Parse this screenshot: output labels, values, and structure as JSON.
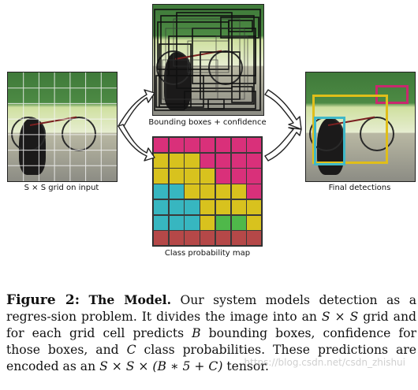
{
  "labels": {
    "grid_input": "S × S grid on input",
    "bounding_boxes": "Bounding boxes + confidence",
    "class_map": "Class probability map",
    "final": "Final detections"
  },
  "caption": {
    "figure_label": "Figure 2:",
    "title": "The Model.",
    "body_1": "Our system models detection as a regres-sion problem. It divides the image into an ",
    "math_grid": "S × S",
    "body_2": " grid and for each grid cell predicts ",
    "math_b": "B",
    "body_3": " bounding boxes, confidence for those boxes, and ",
    "math_c": "C",
    "body_4": " class probabilities.  These predictions are encoded as an ",
    "math_tensor": "S × S × (B ∗ 5 + C)",
    "body_5": " tensor."
  },
  "watermark": "https://blog.csdn.net/csdn_zhishui",
  "colors": {
    "pink": "#d9307a",
    "yellow": "#d8c21e",
    "cyan": "#37b6c0",
    "green": "#4fb84a",
    "red": "#b54848",
    "photo_box_pink": "#c8296e",
    "photo_box_yellow": "#e0be1a",
    "photo_box_cyan": "#3fb8c8"
  },
  "class_map_grid": [
    [
      "pink",
      "pink",
      "pink",
      "pink",
      "pink",
      "pink",
      "pink"
    ],
    [
      "yellow",
      "yellow",
      "yellow",
      "pink",
      "pink",
      "pink",
      "pink"
    ],
    [
      "yellow",
      "yellow",
      "yellow",
      "yellow",
      "pink",
      "pink",
      "pink"
    ],
    [
      "cyan",
      "cyan",
      "yellow",
      "yellow",
      "yellow",
      "yellow",
      "pink"
    ],
    [
      "cyan",
      "cyan",
      "cyan",
      "yellow",
      "yellow",
      "yellow",
      "yellow"
    ],
    [
      "cyan",
      "cyan",
      "cyan",
      "yellow",
      "green",
      "green",
      "yellow"
    ],
    [
      "red",
      "red",
      "red",
      "red",
      "red",
      "red",
      "red"
    ]
  ]
}
